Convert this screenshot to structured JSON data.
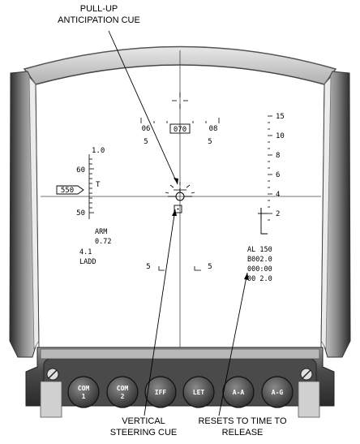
{
  "callouts": {
    "pullup_line1": "PULL-UP",
    "pullup_line2": "ANTICIPATION CUE",
    "vertical_line1": "VERTICAL",
    "vertical_line2": "STEERING CUE",
    "resets_line1": "RESETS TO TIME TO",
    "resets_line2": "RELEASE"
  },
  "hud": {
    "heading": {
      "left": "06",
      "center": "070",
      "right": "08",
      "left_sub": "5",
      "right_sub": "5"
    },
    "airspeed": {
      "scale": [
        "1.0",
        "60",
        "T",
        "50"
      ],
      "box_value": "550"
    },
    "altitude": {
      "scale": [
        "15",
        "10",
        "8",
        "6",
        "4",
        "2"
      ]
    },
    "left_info": {
      "line1": "ARM",
      "line2": "0.72",
      "line3": "4.1",
      "line4": "LADD"
    },
    "right_info": {
      "line1": "AL  150",
      "line2": "B002.0",
      "line3": "000:00",
      "line4": "00  2.0"
    },
    "pitch_left": "5",
    "pitch_right": "5"
  },
  "buttons": [
    {
      "line1": "COM",
      "line2": "1"
    },
    {
      "line1": "COM",
      "line2": "2"
    },
    {
      "line1": "IFF",
      "line2": ""
    },
    {
      "line1": "LET",
      "line2": ""
    },
    {
      "line1": "A-A",
      "line2": ""
    },
    {
      "line1": "A-G",
      "line2": ""
    }
  ],
  "colors": {
    "frame_dark": "#3a3a3a",
    "frame_mid": "#8a8a8a",
    "frame_light": "#d8d8d8",
    "button_fill": "#5a5a5a"
  }
}
